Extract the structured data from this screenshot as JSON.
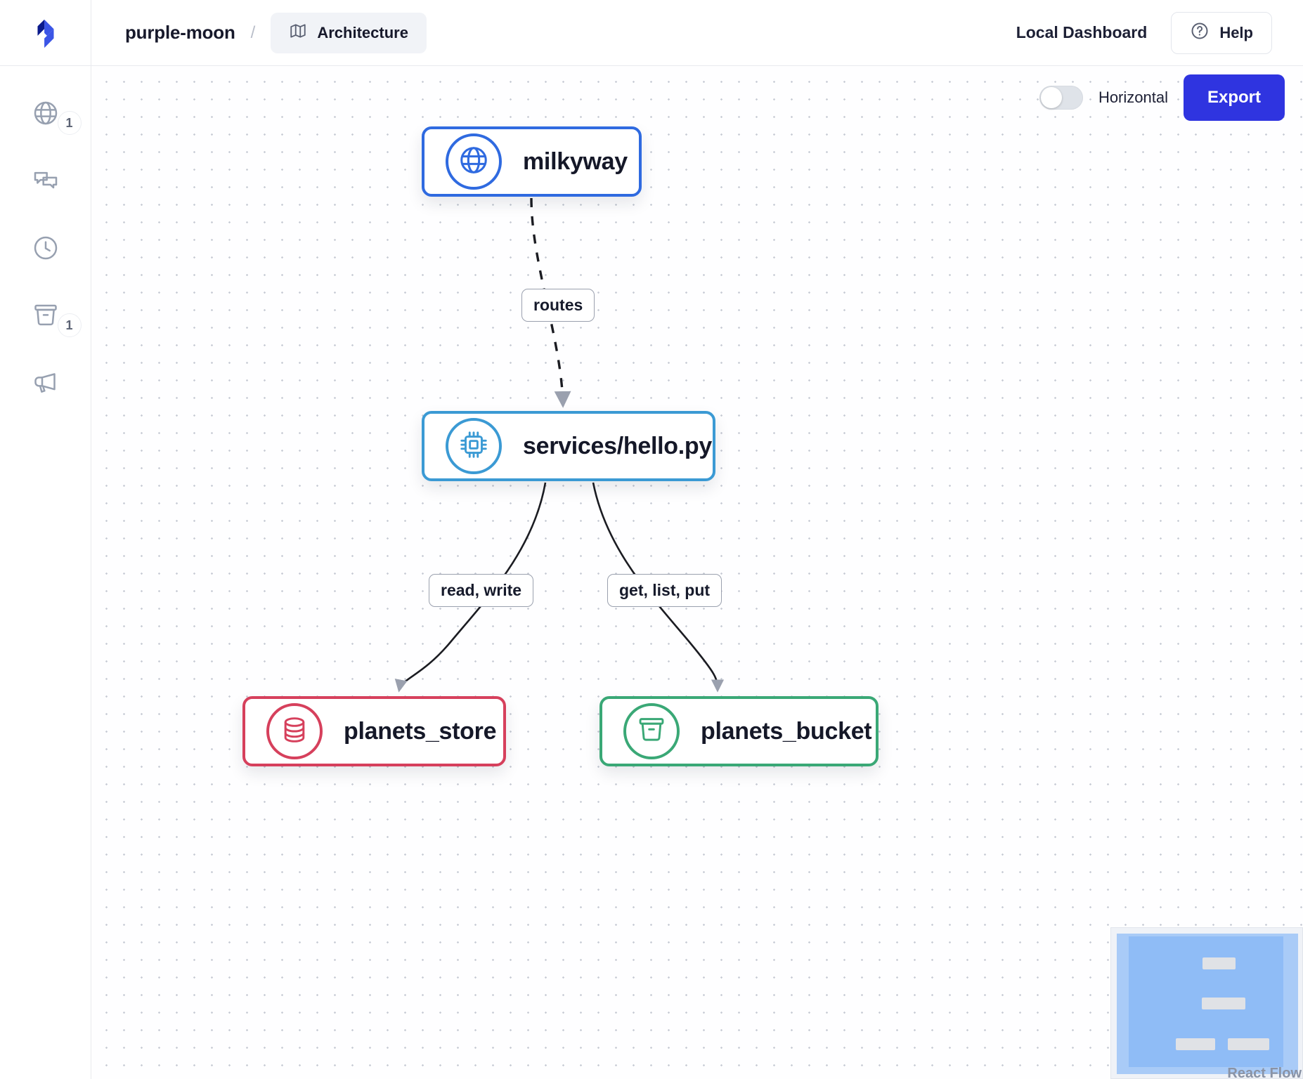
{
  "header": {
    "logo_icon": "app-logo-icon",
    "project": "purple-moon",
    "separator": "/",
    "tab": {
      "label": "Architecture",
      "icon": "map-icon"
    },
    "local_dashboard": "Local Dashboard",
    "help": {
      "label": "Help",
      "icon": "question-circle-icon"
    }
  },
  "sidebar": {
    "items": [
      {
        "name": "globe",
        "icon": "globe-icon",
        "badge": "1"
      },
      {
        "name": "messages",
        "icon": "chat-bubbles-icon",
        "badge": ""
      },
      {
        "name": "history",
        "icon": "clock-icon",
        "badge": ""
      },
      {
        "name": "buckets",
        "icon": "bucket-icon",
        "badge": "1"
      },
      {
        "name": "announcements",
        "icon": "megaphone-icon",
        "badge": ""
      }
    ]
  },
  "canvas": {
    "controls": {
      "orientation_toggle": {
        "label": "Horizontal",
        "state": "off"
      },
      "export_label": "Export"
    },
    "attribution": "React Flow",
    "nodes": [
      {
        "id": "milkyway",
        "label": "milkyway",
        "icon": "globe-icon",
        "color": "#2f6ae0"
      },
      {
        "id": "service",
        "label": "services/hello.py",
        "icon": "cpu-chip-icon",
        "color": "#3b9ad4"
      },
      {
        "id": "store",
        "label": "planets_store",
        "icon": "database-icon",
        "color": "#d6405c"
      },
      {
        "id": "bucket",
        "label": "planets_bucket",
        "icon": "bucket-icon",
        "color": "#3aa876"
      }
    ],
    "edges": [
      {
        "from": "milkyway",
        "to": "service",
        "label": "routes",
        "style": "dashed"
      },
      {
        "from": "service",
        "to": "store",
        "label": "read, write",
        "style": "solid"
      },
      {
        "from": "service",
        "to": "bucket",
        "label": "get, list, put",
        "style": "solid"
      }
    ]
  },
  "colors": {
    "accent": "#2f34e0",
    "node_milkyway": "#2f6ae0",
    "node_service": "#3b9ad4",
    "node_store": "#d6405c",
    "node_bucket": "#3aa876",
    "minimap_mask": "#8fbcf6"
  }
}
